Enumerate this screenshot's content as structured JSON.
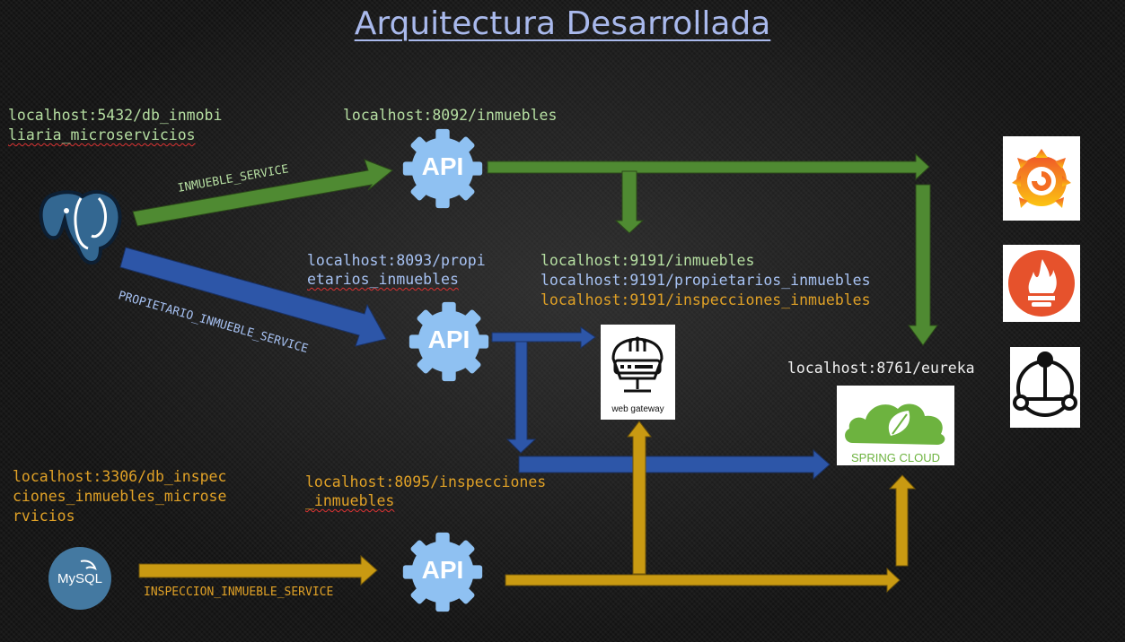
{
  "title": "Arquitectura Desarrollada",
  "labels": {
    "pg_line1": "localhost:5432/db_inmobi",
    "pg_line2": "liaria_microservicios",
    "inmuebles_api": "localhost:8092/inmuebles",
    "propietarios_line1": "localhost:8093/propi",
    "propietarios_line2": "etarios_inmuebles",
    "gw_inmuebles": "localhost:9191/inmuebles",
    "gw_propietarios": "localhost:9191/propietarios_inmuebles",
    "gw_inspecciones": "localhost:9191/inspecciones_inmuebles",
    "eureka": "localhost:8761/eureka",
    "mysql_line1": "localhost:3306/db_inspec",
    "mysql_line2": "ciones_inmuebles_microse",
    "mysql_line3": "rvicios",
    "inspecciones_line1": "localhost:8095/inspecciones",
    "inspecciones_line2": "_inmuebles"
  },
  "services": {
    "inmueble": "INMUEBLE_SERVICE",
    "propietario": "PROPIETARIO_INMUEBLE_SERVICE",
    "inspeccion": "INSPECCION_INMUEBLE_SERVICE"
  },
  "nodes": {
    "api_text": "API",
    "mysql_text": "MySQL",
    "gateway_text": "web gateway",
    "spring_text": "SPRING CLOUD"
  },
  "icons": [
    "postgresql-elephant-icon",
    "mysql-dolphin-icon",
    "api-gear-icon",
    "web-gateway-icon",
    "spring-cloud-icon",
    "grafana-icon",
    "prometheus-icon",
    "zipkin-icon"
  ],
  "colors": {
    "green": "#4f8a32",
    "blue": "#2d56a8",
    "orange": "#c99a12",
    "gear": "#8fc1f2"
  }
}
